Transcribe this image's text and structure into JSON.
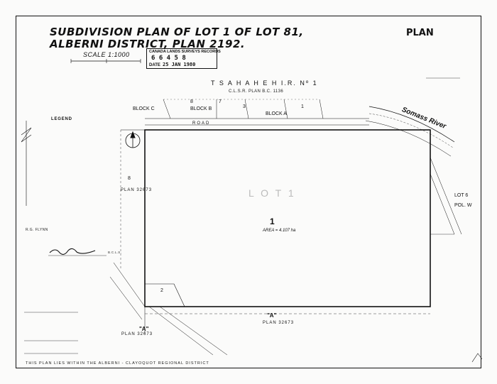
{
  "title": {
    "line1": "SUBDIVISION PLAN OF LOT 1 OF LOT 81,",
    "line2": "ALBERNI DISTRICT, PLAN 2192."
  },
  "plan_label": "PLAN",
  "scale": {
    "label": "SCALE 1:1000"
  },
  "stamp": {
    "header": "CANADA LANDS SURVEYS RECORDS",
    "number": "6  6 4 5 8",
    "dated_label": "DATE",
    "date": "25  JAN 1980"
  },
  "reserve": {
    "name": "T S A H A H E H   I.R.   Nº 1",
    "plan": "C.L.S.R. PLAN B.C. 1136"
  },
  "blocks": {
    "block_c": "BLOCK C",
    "block_b": "BLOCK B",
    "block_a": "BLOCK A",
    "road": "ROAD",
    "lot_a_label": "\"A\"",
    "plan_32673": "PLAN 32673",
    "lot_6": "LOT 6",
    "pol_w": "POL. W",
    "river": "Somass River",
    "lot_1": "1"
  },
  "lot_numbers": {
    "n8_left": "8",
    "n7": "7",
    "n3": "3",
    "n1": "1",
    "n8_west": "8",
    "n2": "2"
  },
  "legend": {
    "title": "LEGEND"
  },
  "survey": {
    "signature_name": "R.G. FLYNN",
    "signature_suffix": "B.C.L.S."
  },
  "lot_interior": {
    "ghost_lot": "L O T   1",
    "area": "AREA = 4.107 ha"
  },
  "footer": {
    "note": "THIS PLAN LIES WITHIN THE ALBERNI - CLAYOQUOT REGIONAL DISTRICT"
  }
}
